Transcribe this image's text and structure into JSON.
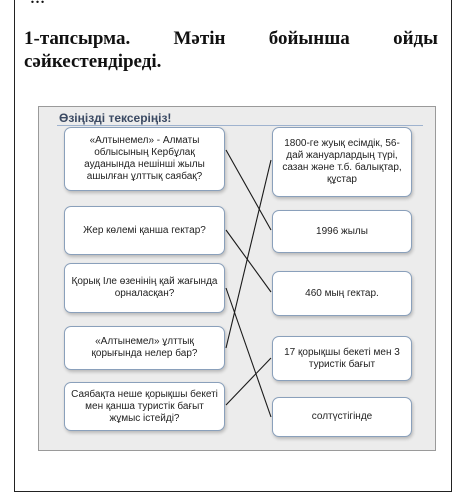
{
  "top_fragment": "…",
  "heading": {
    "line1": [
      "1-тапсырма.",
      "Мәтін",
      "бойынша",
      "ойды"
    ],
    "line2": "сәйкестендіреді."
  },
  "slide": {
    "title": "Өзіңізді тексеріңіз!",
    "questions": [
      "«Алтынемел» - Алматы облысының Кербұлақ ауданында нешінші жылы ашылған ұлттық саябақ?",
      "Жер көлемі қанша гектар?",
      "Қорық Іле өзенінің қай жағында орналасқан?",
      "«Алтынемел» ұлттық қорығында нелер бар?",
      "Саябақта неше қорықшы бекеті мен қанша туристік бағыт жұмыс істейді?"
    ],
    "answers": [
      "1800-ге жуық есімдік, 56-дай жануарлардың түрі, сазан және т.б. балықтар, құстар",
      "1996 жылы",
      "460 мың гектар.",
      "17 қорықшы бекеті мен 3 туристік бағыт",
      "солтүстігінде"
    ],
    "line_color": "#1a1a1a"
  }
}
